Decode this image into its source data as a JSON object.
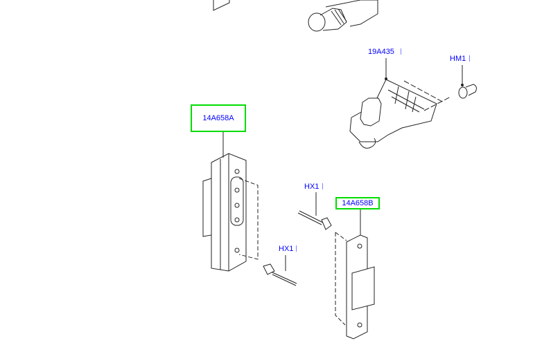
{
  "callouts": {
    "part_14A658A": "14A658A",
    "part_19A435": "19A435",
    "part_HM1": "HM1",
    "part_HX1_upper": "HX1",
    "part_14A658B": "14A658B",
    "part_HX1_lower": "HX1"
  },
  "highlight_color": "#00dd00",
  "label_color": "#0000ff"
}
